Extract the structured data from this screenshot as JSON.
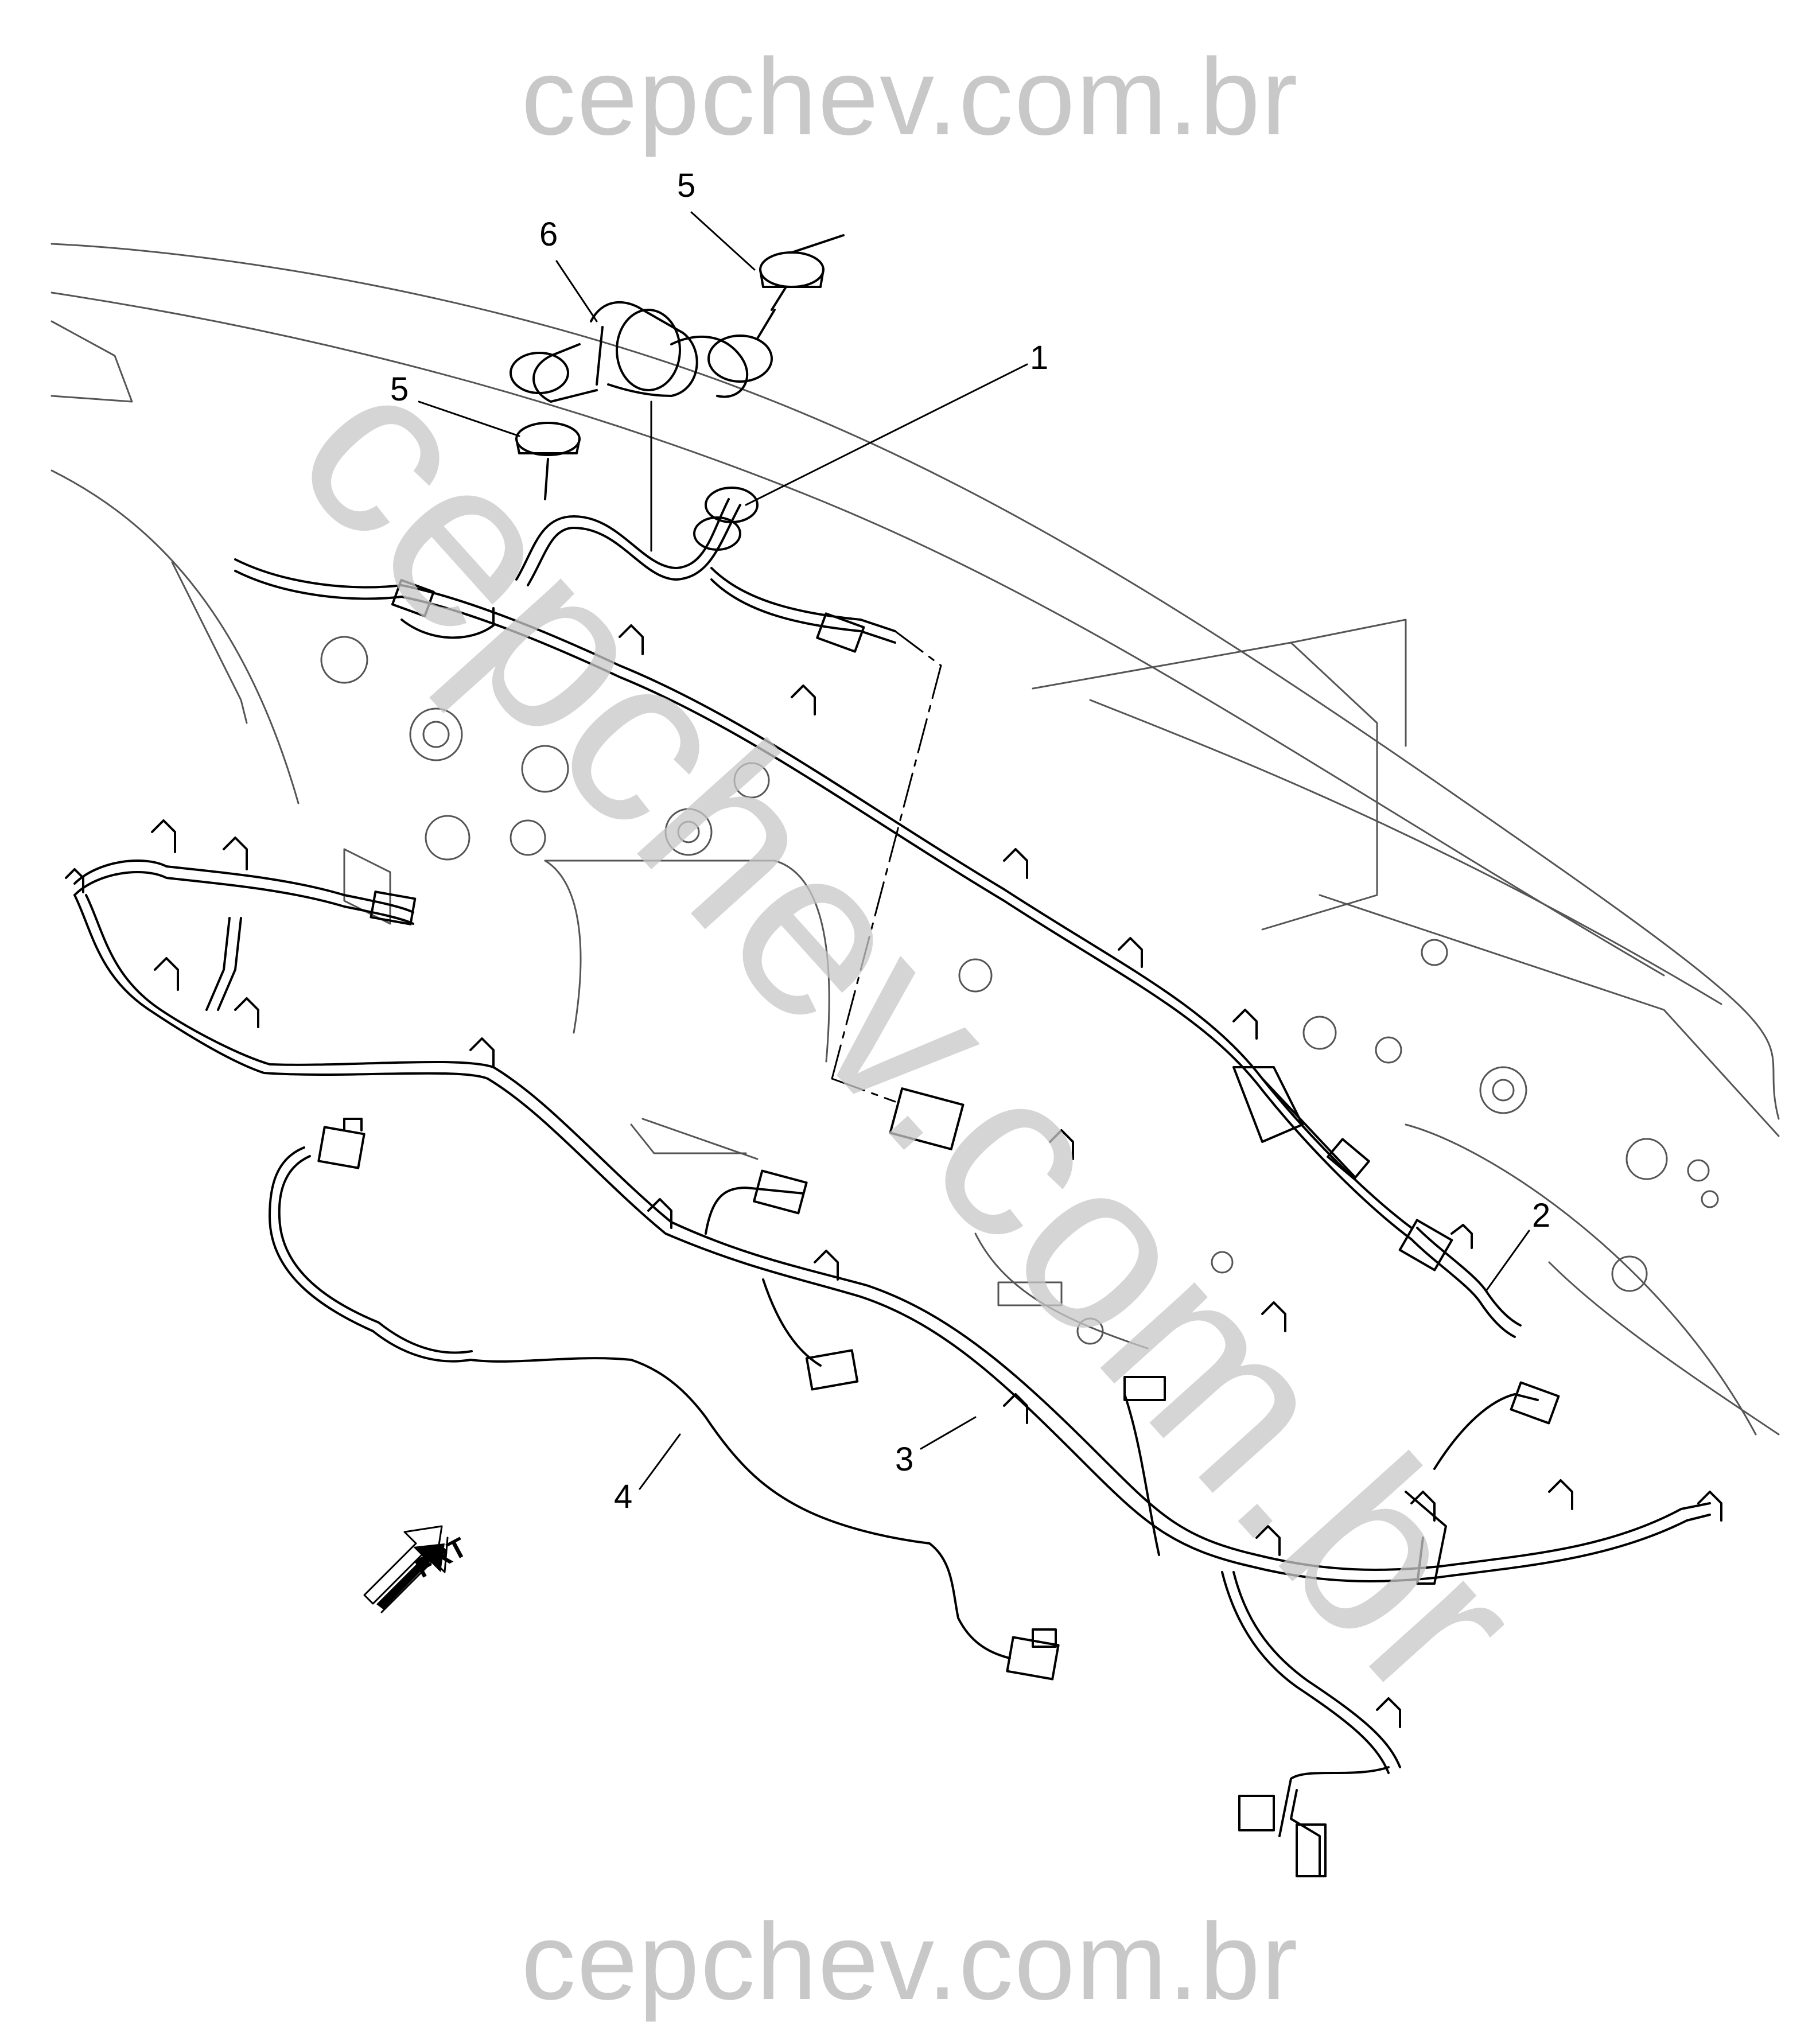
{
  "watermark": {
    "top": "cepchev.com.br",
    "bottom": "cepchev.com.br",
    "diagonal": "cepchev.com.br",
    "color": "#c8c8c8"
  },
  "callouts": {
    "c1": "1",
    "c2": "2",
    "c3": "3",
    "c4": "4",
    "c5a": "5",
    "c5b": "5",
    "c6": "6"
  },
  "front_indicator": {
    "label": "FRT",
    "icon": "front-arrow-icon"
  },
  "colors": {
    "line": "#000000",
    "body_outline": "#555555"
  }
}
